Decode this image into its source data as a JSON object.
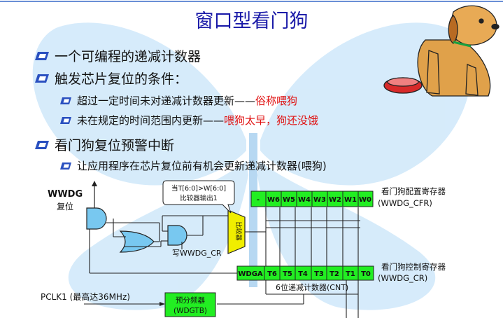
{
  "slide": {
    "title": "窗口型看门狗",
    "bullets": [
      {
        "text": "一个可编程的递减计数器"
      },
      {
        "text": "触发芯片复位的条件："
      },
      {
        "text": "超过一定时间未对递减计数器更新——",
        "highlight": "俗称喂狗"
      },
      {
        "text": "未在规定的时间范围内更新——",
        "highlight": "喂狗太早，狗还没饿"
      },
      {
        "text": "看门狗复位预警中断"
      },
      {
        "text": "让应用程序在芯片复位前有机会更新递减计数器(喂狗)"
      }
    ]
  },
  "diagram": {
    "wwdg_label": "WWDG",
    "reset_label": "复位",
    "callout_line1": "当T[6:0]>W[6:0]",
    "callout_line2": "比较器输出1",
    "comparator_label": "比较器",
    "write_label": "写WWDG_CR",
    "cfr_bits": [
      "-",
      "W6",
      "W5",
      "W4",
      "W3",
      "W2",
      "W1",
      "W0"
    ],
    "cr_bits": [
      "WDGA",
      "T6",
      "T5",
      "T4",
      "T3",
      "T2",
      "T1",
      "T0"
    ],
    "cfr_name": "看门狗配置寄存器",
    "cfr_reg": "(WWDG_CFR)",
    "cr_name": "看门狗控制寄存器",
    "cr_reg": "(WWDG_CR)",
    "counter_label": "6位递减计数器(CNT)",
    "pclk_label": "PCLK1 (最高达36MHz)",
    "prescaler_line1": "预分频器",
    "prescaler_line2": "(WDGTB)"
  },
  "colors": {
    "title": "#1a1aa8",
    "highlight": "#e01010",
    "register_fill": "#22ee22",
    "gate_fill": "#78c8f0",
    "comparator_fill": "#f0ee00",
    "butterfly": "#cfe8fa"
  }
}
